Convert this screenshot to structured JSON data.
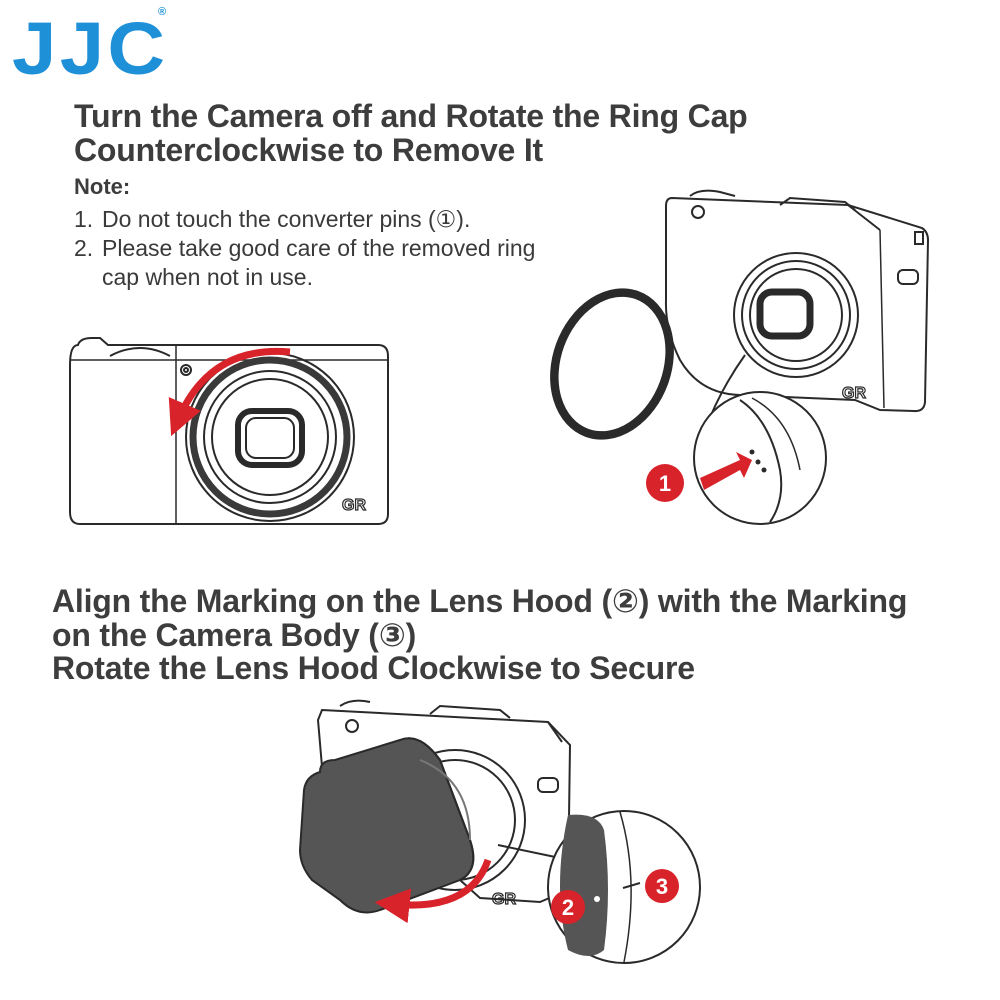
{
  "brand": {
    "logo_text": "JJC",
    "registered_mark": "®",
    "accent_color": "#1e90d8",
    "marker_color": "#d9232a"
  },
  "section1": {
    "title_line1": "Turn the Camera off and Rotate the Ring Cap",
    "title_line2": "Counterclockwise to Remove It",
    "note_title": "Note:",
    "notes": [
      {
        "num": "1.",
        "text": "Do not touch the converter pins (①)."
      },
      {
        "num": "2.",
        "text": "Please take good care of the removed ring cap when not in use."
      }
    ]
  },
  "section2": {
    "title_line1": "Align the Marking on the Lens Hood (②) with the Marking",
    "title_line2": "on the Camera Body (③)",
    "title_line3": "Rotate the Lens Hood Clockwise to Secure"
  },
  "illustrations": {
    "camera_logo": "GR",
    "markers": [
      "1",
      "2",
      "3"
    ]
  }
}
